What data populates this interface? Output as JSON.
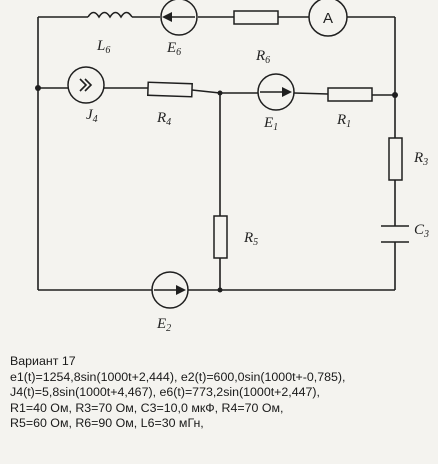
{
  "circuit": {
    "labels": {
      "L6": {
        "main": "L",
        "sub": "6"
      },
      "E6": {
        "main": "E",
        "sub": "6"
      },
      "R6": {
        "main": "R",
        "sub": "6"
      },
      "ammeter": "A",
      "J4": {
        "main": "J",
        "sub": "4"
      },
      "R4": {
        "main": "R",
        "sub": "4"
      },
      "E1": {
        "main": "E",
        "sub": "1"
      },
      "R1": {
        "main": "R",
        "sub": "1"
      },
      "R3": {
        "main": "R",
        "sub": "3"
      },
      "C3": {
        "main": "C",
        "sub": "3"
      },
      "R5": {
        "main": "R",
        "sub": "5"
      },
      "E2": {
        "main": "E",
        "sub": "2"
      }
    }
  },
  "variant": {
    "title": "Вариант 17",
    "lines": [
      "e1(t)=1254,8sin(1000t+2,444),  e2(t)=600,0sin(1000t+-0,785),",
      "J4(t)=5,8sin(1000t+4,467),  e6(t)=773,2sin(1000t+2,447),",
      "R1=40 Ом,  R3=70 Ом,  C3=10,0 мкФ,  R4=70 Ом,",
      "R5=60 Ом,  R6=90 Ом,  L6=30 мГн,"
    ]
  }
}
